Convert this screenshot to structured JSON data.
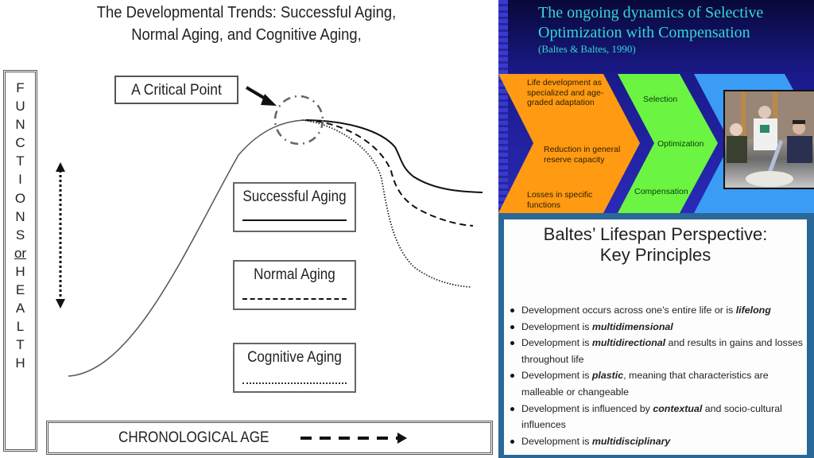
{
  "left_slide": {
    "title_line1": "The Developmental Trends: Successful Aging,",
    "title_line2": "Normal Aging, and Cognitive Aging,",
    "y_axis_letters": [
      "F",
      "U",
      "N",
      "C",
      "T",
      "I",
      "O",
      "N",
      "S",
      "or",
      "H",
      "E",
      "A",
      "L",
      "T",
      "H"
    ],
    "x_axis_label": "CHRONOLOGICAL AGE",
    "critical_point_label": "A Critical Point",
    "legend": [
      {
        "label": "Successful Aging",
        "style": "solid"
      },
      {
        "label": "Normal Aging",
        "style": "dashed"
      },
      {
        "label": "Cognitive Aging",
        "style": "dotted"
      }
    ]
  },
  "soc_slide": {
    "title_line1": "The ongoing dynamics of Selective",
    "title_line2": "Optimization with Compensation",
    "citation": "(Baltes & Baltes, 1990)",
    "orange_items": [
      "Life development as specialized and age-graded adaptation",
      "Reduction in general reserve capacity",
      "Losses in specific functions"
    ],
    "green_items": [
      "Selection",
      "Optimization",
      "Compensation"
    ],
    "colors": {
      "title": "#35d8d0",
      "orange": "#ff9a12",
      "green": "#6bf542",
      "blue": "#3a9cf5"
    }
  },
  "baltes_slide": {
    "title_line1": "Baltes’ Lifespan Perspective:",
    "title_line2": "Key Principles",
    "bullets": [
      {
        "pre": "Development occurs across one’s entire life or is ",
        "em": "lifelong",
        "post": ""
      },
      {
        "pre": "Development is ",
        "em": "multidimensional",
        "post": ""
      },
      {
        "pre": "Development is ",
        "em": "multidirectional",
        "post": " and results in gains and losses throughout life"
      },
      {
        "pre": "Development is ",
        "em": "plastic",
        "post": ", meaning that characteristics are malleable or changeable"
      },
      {
        "pre": "Development is influenced by ",
        "em": "contextual",
        "post": " and socio-cultural influences"
      },
      {
        "pre": "Development is ",
        "em": "multidisciplinary",
        "post": ""
      }
    ]
  }
}
